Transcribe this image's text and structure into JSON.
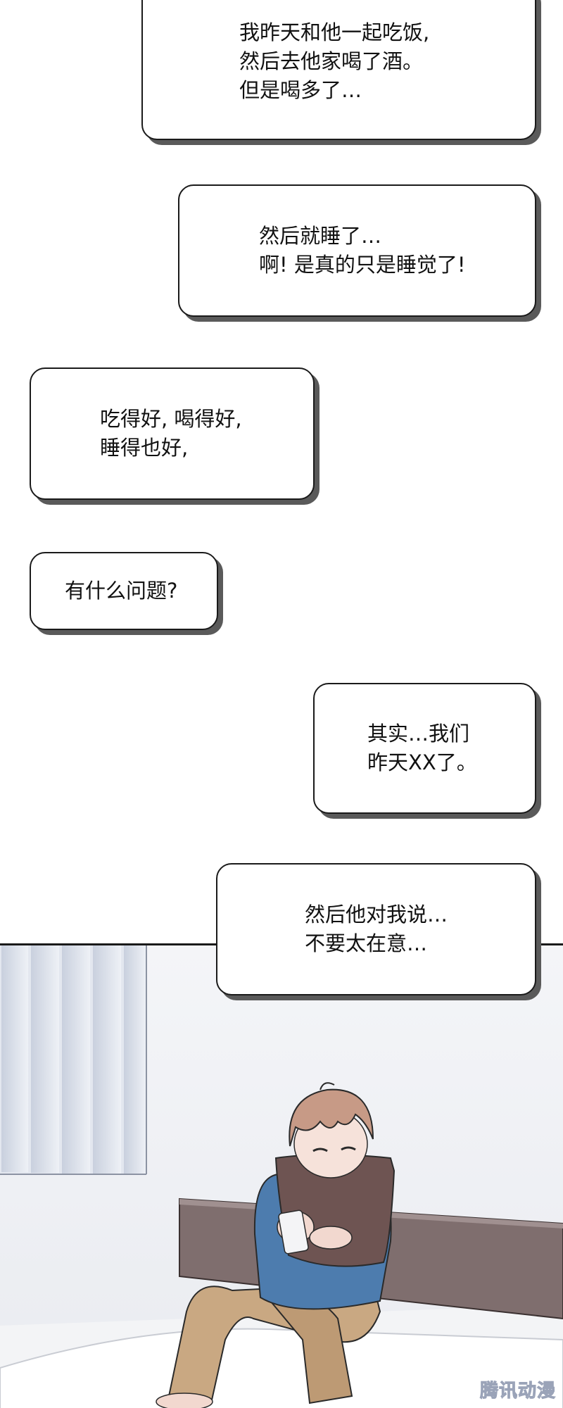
{
  "bubbles": [
    {
      "lines": [
        "我昨天和他一起吃饭,",
        "然后去他家喝了酒。",
        "但是喝多了…"
      ]
    },
    {
      "lines": [
        "然后就睡了…",
        "啊! 是真的只是睡觉了!"
      ]
    },
    {
      "lines": [
        "吃得好, 喝得好,",
        "睡得也好,"
      ]
    },
    {
      "lines": [
        "有什么问题?"
      ]
    },
    {
      "lines": [
        "其实…我们",
        "昨天XX了。"
      ]
    },
    {
      "lines": [
        "然后他对我说…",
        "不要太在意…"
      ]
    }
  ],
  "watermark": "腾讯动漫",
  "colors": {
    "bubble_border": "#1a1a1a",
    "bubble_shadow": "#5a5a5a",
    "hair": "#c79a86",
    "pillow": "#6e5452",
    "sweater": "#4d7cae",
    "pants": "#c9a882",
    "headboard": "#7f6e6e"
  }
}
